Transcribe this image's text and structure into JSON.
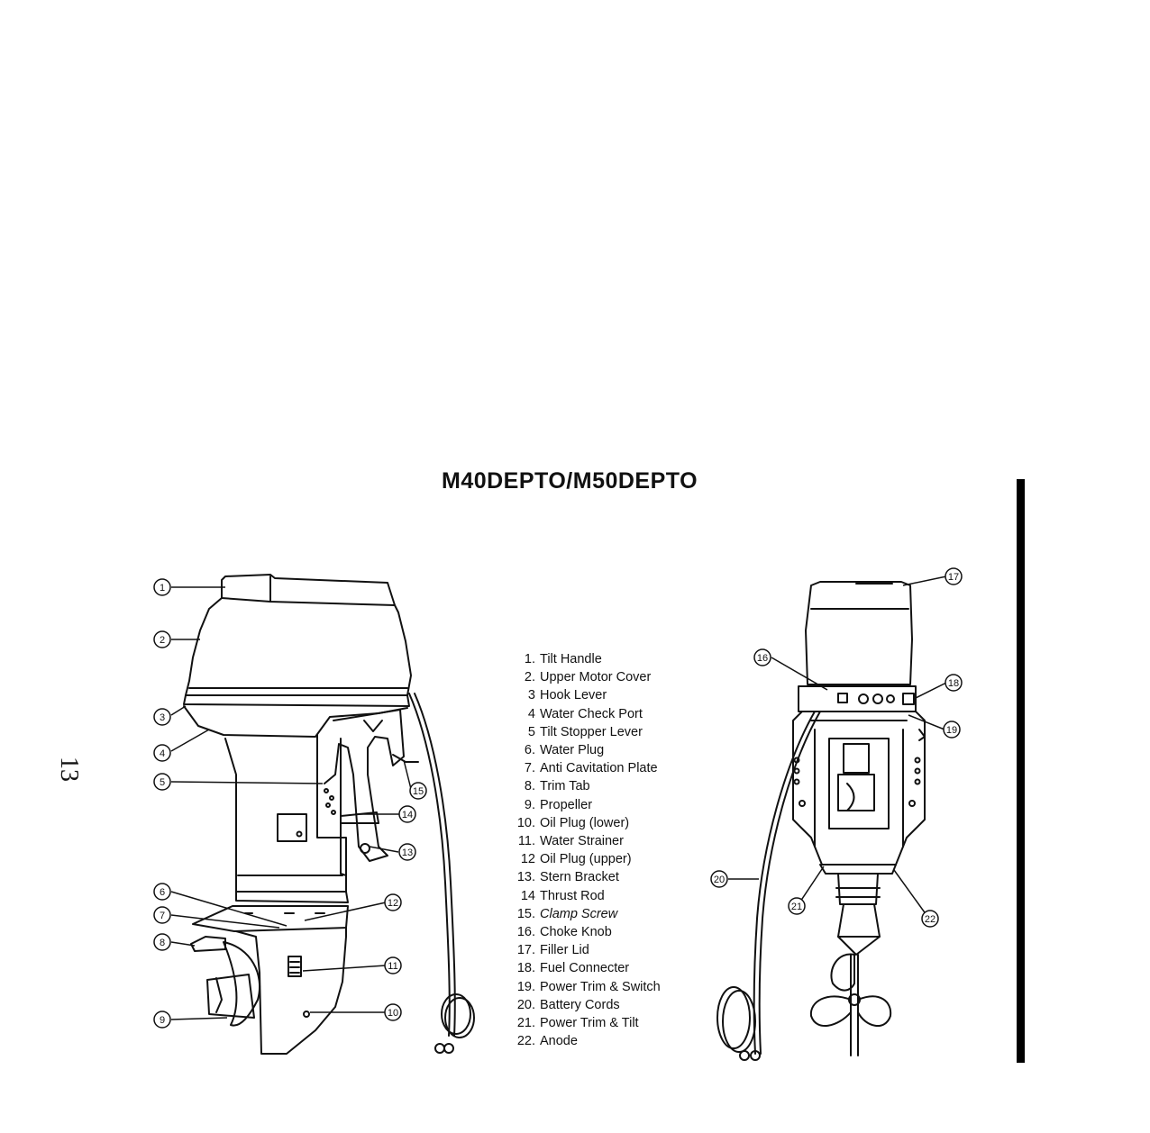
{
  "page_number": "13",
  "title": "M40DEPTO/M50DEPTO",
  "parts": [
    {
      "num": "1.",
      "label": "Tilt Handle"
    },
    {
      "num": "2.",
      "label": "Upper Motor Cover"
    },
    {
      "num": "3",
      "label": "Hook Lever"
    },
    {
      "num": "4",
      "label": "Water Check Port"
    },
    {
      "num": "5",
      "label": "Tilt Stopper Lever"
    },
    {
      "num": "6.",
      "label": "Water Plug"
    },
    {
      "num": "7.",
      "label": "Anti Cavitation Plate"
    },
    {
      "num": "8.",
      "label": "Trim Tab"
    },
    {
      "num": "9.",
      "label": "Propeller"
    },
    {
      "num": "10.",
      "label": "Oil Plug (lower)"
    },
    {
      "num": "11.",
      "label": "Water Strainer"
    },
    {
      "num": "12",
      "label": "Oil Plug (upper)"
    },
    {
      "num": "13.",
      "label": "Stern Bracket"
    },
    {
      "num": "14",
      "label": "Thrust Rod"
    },
    {
      "num": "15.",
      "label": "Clamp Screw"
    },
    {
      "num": "16.",
      "label": "Choke Knob"
    },
    {
      "num": "17.",
      "label": "Filler Lid"
    },
    {
      "num": "18.",
      "label": "Fuel Connecter"
    },
    {
      "num": "19.",
      "label": "Power Trim & Switch"
    },
    {
      "num": "20.",
      "label": "Battery Cords"
    },
    {
      "num": "21.",
      "label": "Power Trim & Tilt"
    },
    {
      "num": "22.",
      "label": "Anode"
    }
  ],
  "callouts": {
    "c1": "1",
    "c2": "2",
    "c3": "3",
    "c4": "4",
    "c5": "5",
    "c6": "6",
    "c7": "7",
    "c8": "8",
    "c9": "9",
    "c10": "10",
    "c11": "11",
    "c12": "12",
    "c13": "13",
    "c14": "14",
    "c15": "15",
    "c16": "16",
    "c17": "17",
    "c18": "18",
    "c19": "19",
    "c20": "20",
    "c21": "21",
    "c22": "22"
  }
}
